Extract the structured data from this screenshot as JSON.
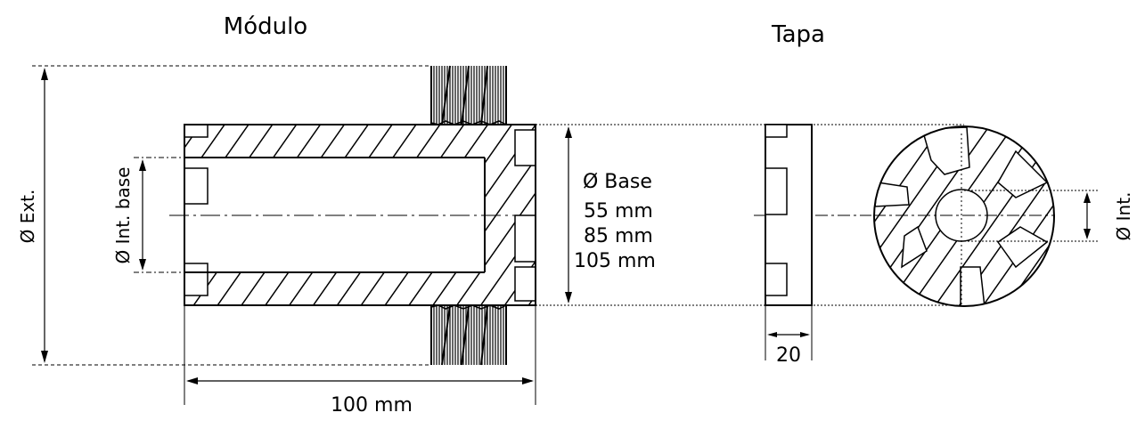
{
  "module": {
    "title": "Módulo",
    "outer_diameter_label": "Ø Ext.",
    "inner_base_diameter_label": "Ø Int. base",
    "base_label": "Ø Base",
    "base_sizes": [
      "55 mm",
      "85 mm",
      "105 mm"
    ],
    "length_label": "100 mm"
  },
  "cap": {
    "title": "Tapa",
    "thickness_label": "20",
    "inner_diameter_label": "Ø Int."
  }
}
